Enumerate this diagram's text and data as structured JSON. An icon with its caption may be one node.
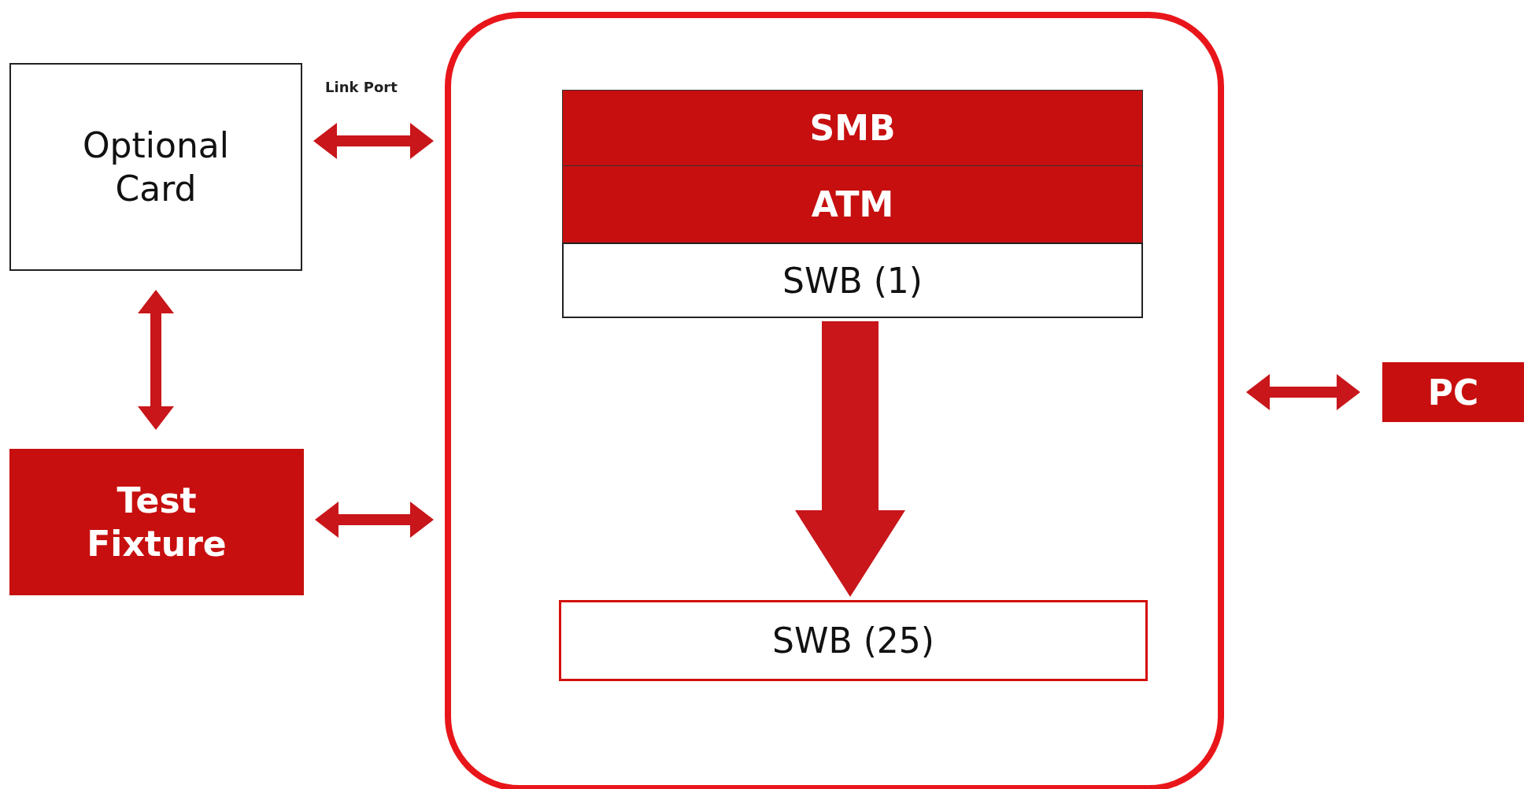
{
  "diagram": {
    "nodes": [
      {
        "text": [
          "Optional Card"
        ]
      },
      {
        "text": [],
        "shape": "box"
      },
      {
        "text": [
          "SMB"
        ],
        "in": 1
      },
      {
        "text": [
          "ATM"
        ],
        "in": 1
      },
      {
        "text": [
          "SWB (1)"
        ],
        "in": 1
      },
      {
        "text": [
          "SWB (25)"
        ],
        "in": 1
      },
      {
        "text": [
          "Test Fixture"
        ]
      },
      {
        "text": [
          "PC"
        ]
      }
    ],
    "edges": [
      {
        "from": 0,
        "to": 1,
        "arrow": "both",
        "label": "Link Port"
      },
      {
        "from": 0,
        "to": 6,
        "arrow": "both"
      },
      {
        "from": 6,
        "to": 1,
        "arrow": "both"
      },
      {
        "from": 1,
        "to": 7,
        "arrow": "both"
      },
      {
        "from": 4,
        "to": 5,
        "arrow": "to",
        "style": "thick"
      }
    ]
  }
}
